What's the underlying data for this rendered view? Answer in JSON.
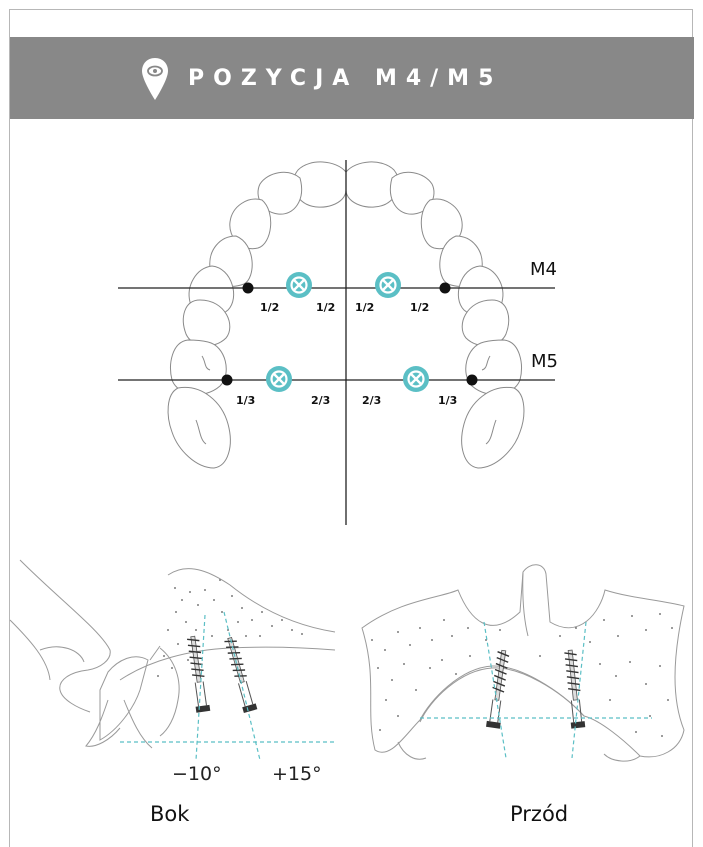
{
  "header": {
    "title": "POZYCJA M4/M5",
    "icon": "location-pin-eye-icon",
    "background": "#888888"
  },
  "arch": {
    "row_m4": {
      "label": "M4",
      "fractions": [
        "1/2",
        "1/2",
        "1/2",
        "1/2"
      ]
    },
    "row_m5": {
      "label": "M5",
      "fractions": [
        "1/3",
        "2/3",
        "2/3",
        "1/3"
      ]
    },
    "marker_color": "#5bbfc5",
    "marker_icon": "x-circle-icon"
  },
  "side_view": {
    "caption": "Bok",
    "angle_left": "−10°",
    "angle_right": "+15°",
    "guide_color": "#5bbfc5"
  },
  "front_view": {
    "caption": "Przód",
    "guide_color": "#5bbfc5"
  }
}
